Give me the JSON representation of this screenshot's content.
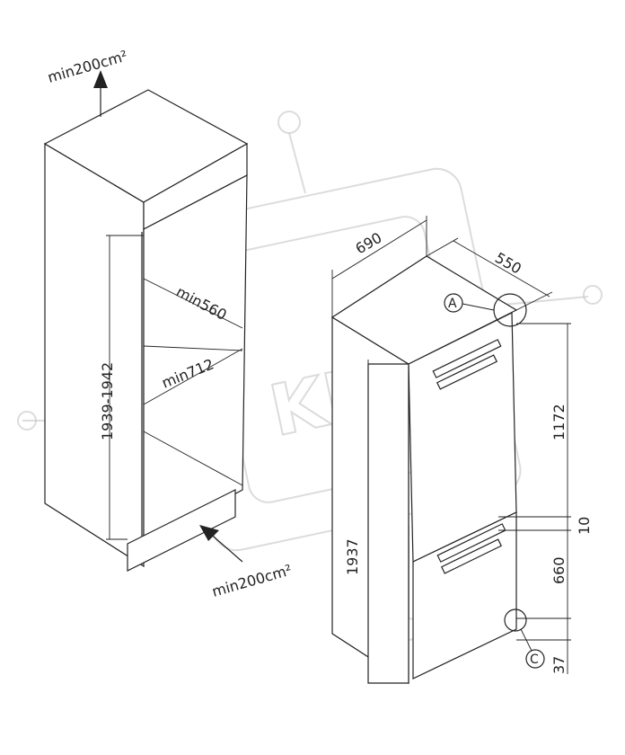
{
  "watermark": {
    "text": "KKH"
  },
  "niche": {
    "top_vent_label": "min200cm²",
    "bottom_vent_label": "min200cm²",
    "height_label": "1939-1942",
    "depth_label": "min560",
    "width_label": "min712"
  },
  "fridge": {
    "width_label": "690",
    "depth_label": "550",
    "height_label": "1937",
    "upper_door_label": "1172",
    "gap_label": "10",
    "lower_door_label": "660",
    "base_label": "37",
    "marker_a": "A",
    "marker_c": "C"
  }
}
